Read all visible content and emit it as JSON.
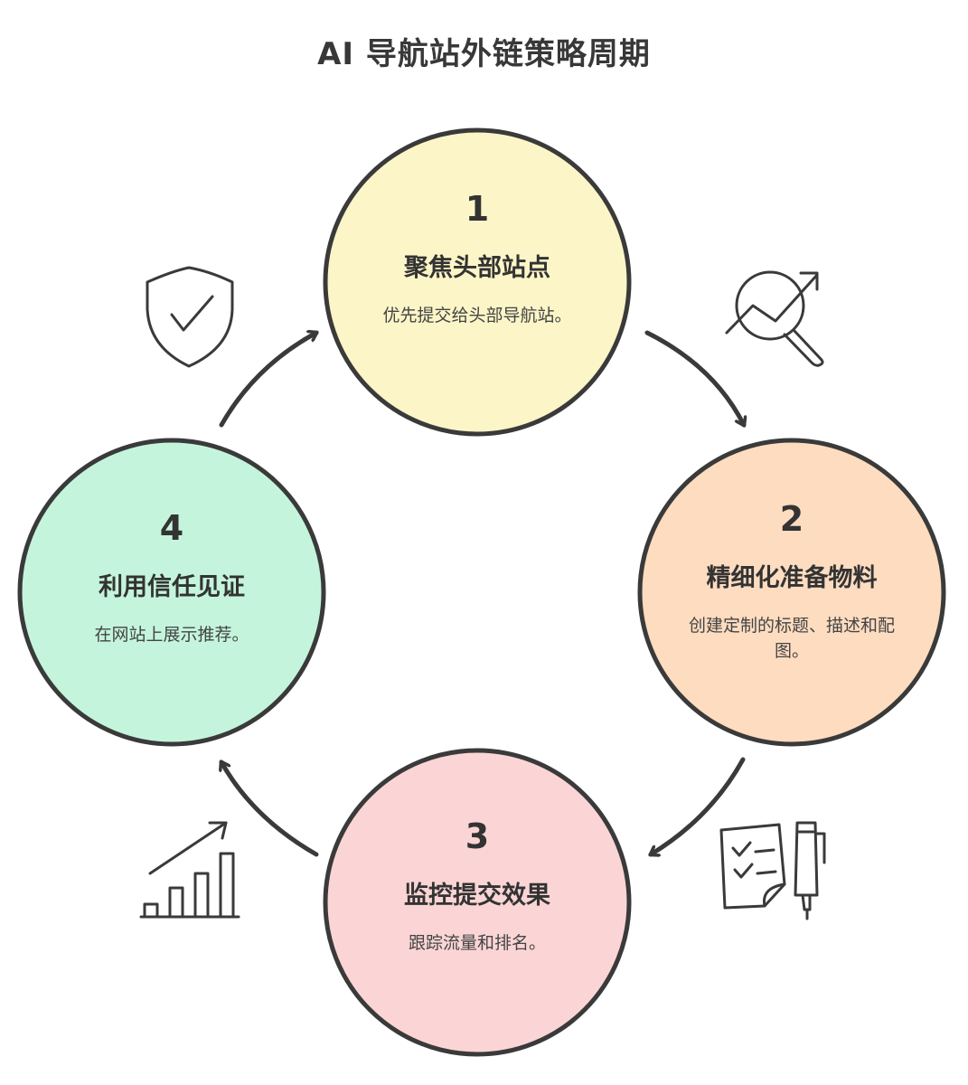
{
  "title": "AI 导航站外链策略周期",
  "steps": [
    {
      "number": "1",
      "heading": "聚焦头部站点",
      "desc": "优先提交给头部导航站。",
      "color": "#fcf5c7"
    },
    {
      "number": "2",
      "heading": "精细化准备物料",
      "desc": "创建定制的标题、描述和配图。",
      "color": "#fddcc0"
    },
    {
      "number": "3",
      "heading": "监控提交效果",
      "desc": "跟踪流量和排名。",
      "color": "#fbd5d5"
    },
    {
      "number": "4",
      "heading": "利用信任见证",
      "desc": "在网站上展示推荐。",
      "color": "#c4f5dc"
    }
  ],
  "icons": [
    "shield-check-icon",
    "search-trend-icon",
    "checklist-pen-icon",
    "bar-chart-growth-icon"
  ]
}
